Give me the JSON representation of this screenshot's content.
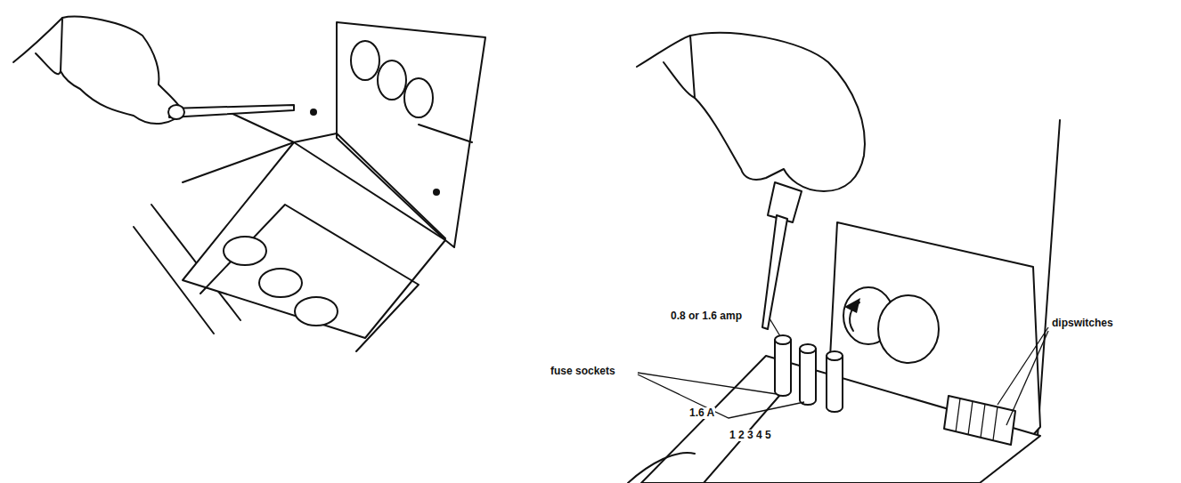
{
  "diagram": {
    "labels": [
      "0.8 or 1.6 amp",
      "fuse sockets",
      "1.6 A",
      "1 2 3 4 5",
      "dipswitches"
    ]
  }
}
